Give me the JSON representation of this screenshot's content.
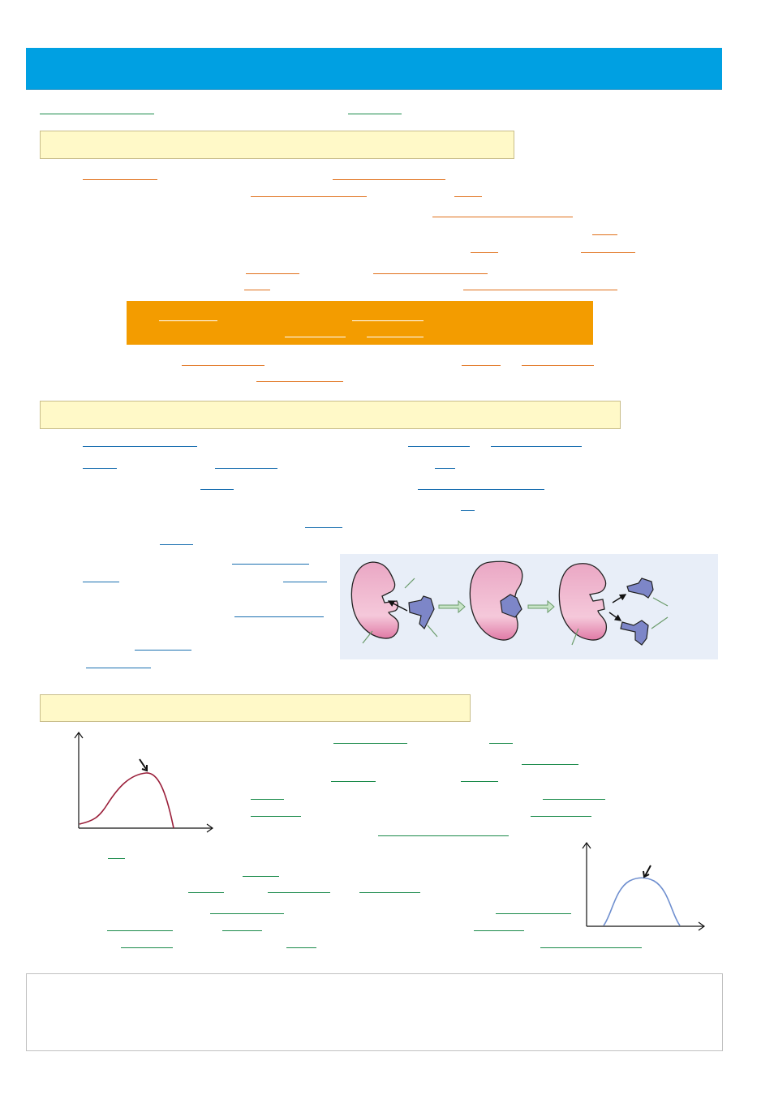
{
  "page": {
    "header": {
      "title": ""
    },
    "colors": {
      "header_blue": "#00a0e2",
      "section_yellow": "#fff9c8",
      "callout_orange": "#f39c00",
      "blank_green": "#1a8a4a",
      "blank_orange": "#e0701a",
      "blank_blue": "#1a6fb0",
      "enzyme_pink": "#f2b8cf",
      "substrate_blue": "#7d86c8",
      "temperature_curve": "#9a1f3a",
      "ph_curve": "#6f8fcf",
      "figure_panel": "#e8eef8"
    },
    "sections": [
      {
        "heading": ""
      },
      {
        "heading": ""
      },
      {
        "heading": ""
      }
    ],
    "callout": {
      "text": ""
    },
    "figure": {
      "stages": [
        "enzyme-and-substrate",
        "enzyme-substrate-complex",
        "enzyme-and-products"
      ],
      "icons": [
        "enzyme-icon",
        "substrate-icon",
        "arrow-icon",
        "label-pointer-icon"
      ]
    },
    "graphs": [
      {
        "name": "temperature-graph",
        "shape": "rise-then-sharp-fall"
      },
      {
        "name": "ph-graph",
        "shape": "symmetric-bell"
      }
    ],
    "notes": {
      "text": ""
    }
  }
}
